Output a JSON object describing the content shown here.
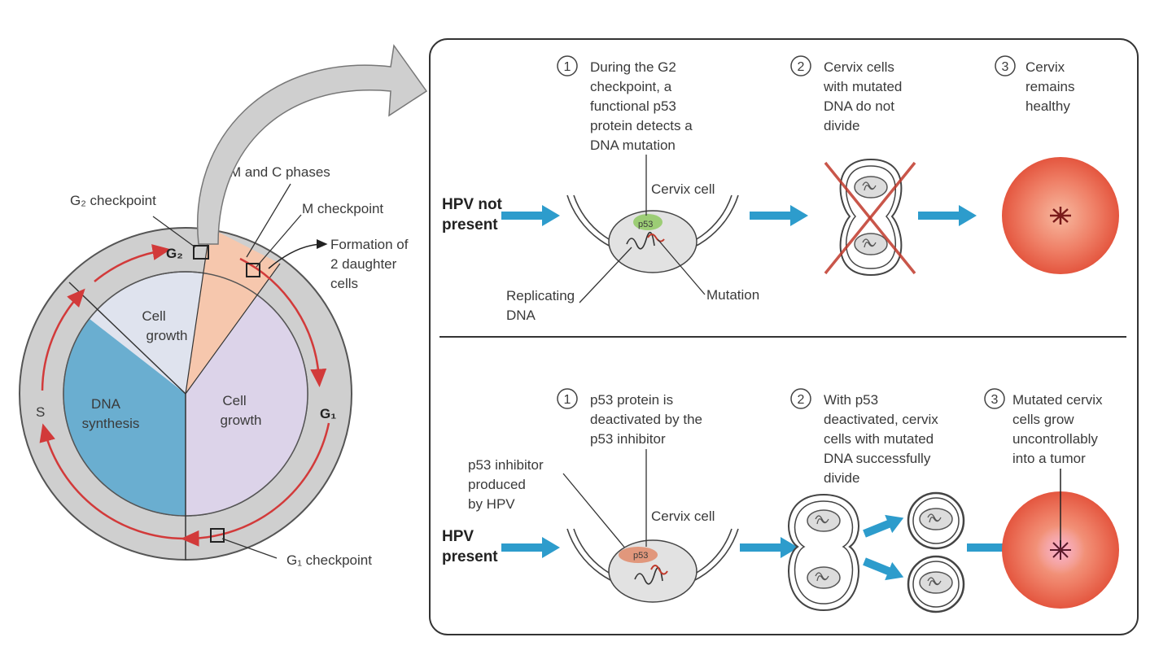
{
  "cycle": {
    "g2_checkpoint": "G₂ checkpoint",
    "mc_phases": "M and C phases",
    "m_checkpoint": "M checkpoint",
    "formation_1": "Formation of",
    "formation_2": "2 daughter",
    "formation_3": "cells",
    "g2_short": "G₂",
    "g1_short": "G₁",
    "s_short": "S",
    "g1_checkpoint": "G₁ checkpoint",
    "cell_growth_a_1": "Cell",
    "cell_growth_a_2": "growth",
    "dna_synthesis_1": "DNA",
    "dna_synthesis_2": "synthesis",
    "cell_growth_b_1": "Cell",
    "cell_growth_b_2": "growth",
    "colors": {
      "dna": "#6aaed0",
      "growth_top": "#dfe3ee",
      "growth_right": "#dcd3e9",
      "mc": "#f6c7ad",
      "ring": "#cfcfcf",
      "arrow": "#d23a3a"
    }
  },
  "top_panel": {
    "condition_1": "HPV not",
    "condition_2": "present",
    "step1_num": "1",
    "step1_lines": [
      "During the G2",
      "checkpoint, a",
      "functional p53",
      "protein detects a",
      "DNA mutation"
    ],
    "step2_num": "2",
    "step2_lines": [
      "Cervix cells",
      "with mutated",
      "DNA do not",
      "divide"
    ],
    "step3_num": "3",
    "step3_lines": [
      "Cervix",
      "remains",
      "healthy"
    ],
    "cervix_cell": "Cervix cell",
    "p53": "p53",
    "replicating_1": "Replicating",
    "replicating_2": "DNA",
    "mutation": "Mutation"
  },
  "bottom_panel": {
    "condition_1": "HPV",
    "condition_2": "present",
    "step1_num": "1",
    "step1_lines": [
      "p53 protein is",
      "deactivated by the",
      "p53 inhibitor"
    ],
    "step2_num": "2",
    "step2_lines": [
      "With p53",
      "deactivated, cervix",
      "cells with mutated",
      "DNA successfully",
      "divide"
    ],
    "step3_num": "3",
    "step3_lines": [
      "Mutated cervix",
      "cells grow",
      "uncontrollably",
      "into a tumor"
    ],
    "inhibitor_lines": [
      "p53 inhibitor",
      "produced",
      "by HPV"
    ],
    "cervix_cell": "Cervix cell",
    "p53": "p53"
  }
}
